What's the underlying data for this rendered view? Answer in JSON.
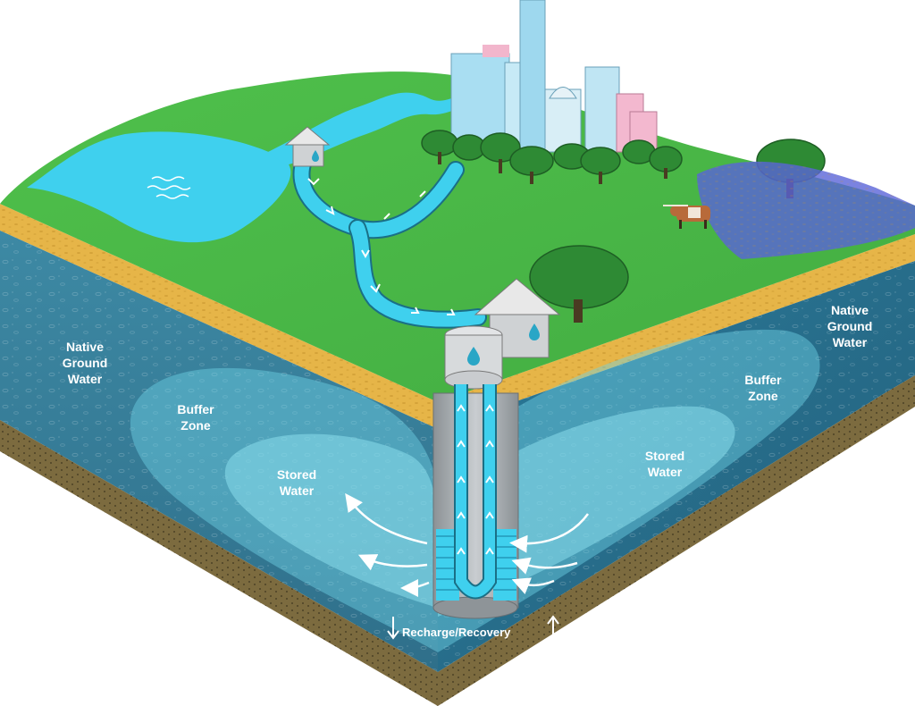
{
  "labels": {
    "native_left": [
      "Native",
      "Ground",
      "Water"
    ],
    "native_right": [
      "Native",
      "Ground",
      "Water"
    ],
    "buffer_left": [
      "Buffer",
      "Zone"
    ],
    "buffer_right": [
      "Buffer",
      "Zone"
    ],
    "stored_left": [
      "Stored",
      "Water"
    ],
    "stored_right": [
      "Stored",
      "Water"
    ],
    "recharge_recovery": "Recharge/Recovery"
  },
  "colors": {
    "grass": "#4dbd4a",
    "water": "#3fd0ee",
    "sand": "#e8b84a",
    "aquifer_dark": "#2f7a96",
    "aquifer_light": "#5cc3d8",
    "soil": "#7a6a40",
    "well_casing": "#9ea4a8"
  },
  "icons": [
    "water-drop-icon",
    "up-arrow-icon",
    "down-arrow-icon",
    "flow-arrow-icon"
  ]
}
